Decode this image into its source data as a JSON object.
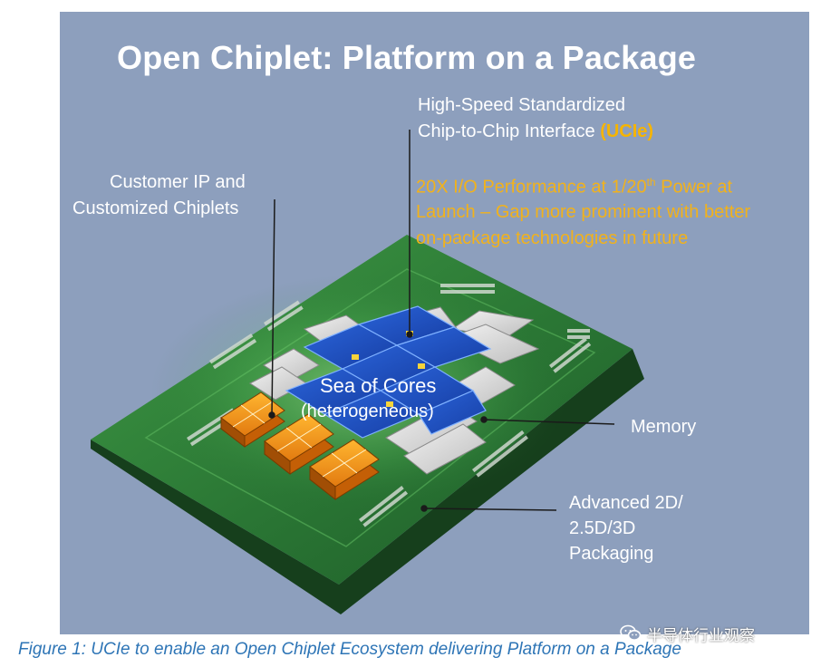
{
  "slide": {
    "title": "Open Chiplet: Platform on a Package",
    "interface_label": {
      "line1": "High-Speed Standardized",
      "line2_prefix": "Chip-to-Chip Interface ",
      "line2_highlight": "(UCIe)"
    },
    "performance_note": {
      "line1_prefix": "20X I/O Performance at 1/20",
      "line1_superscript": "th",
      "line1_suffix": " Power at",
      "line2": "Launch – Gap more prominent with better",
      "line3": "on-package technologies in future"
    },
    "customer_label": {
      "line1": "Customer IP and",
      "line2": "Customized Chiplets"
    },
    "core_label": {
      "line1": "Sea of Cores",
      "line2": "(heterogeneous)"
    },
    "memory_label": "Memory",
    "packaging_label": {
      "line1": "Advanced 2D/",
      "line2": "2.5D/3D",
      "line3": "Packaging"
    },
    "colors": {
      "background": "#8d9fbd",
      "substrate": "#2f7a3a",
      "core_blue": "#1f4fc4",
      "chiplet_orange": "#f29a1c",
      "accent_yellow": "#f2b21b",
      "caption_blue": "#2e75b6"
    }
  },
  "caption": "Figure 1: UCIe to enable an Open Chiplet Ecosystem delivering Platform on a Package",
  "watermark": {
    "icon": "wechat-icon",
    "text": "半导体行业观察"
  }
}
